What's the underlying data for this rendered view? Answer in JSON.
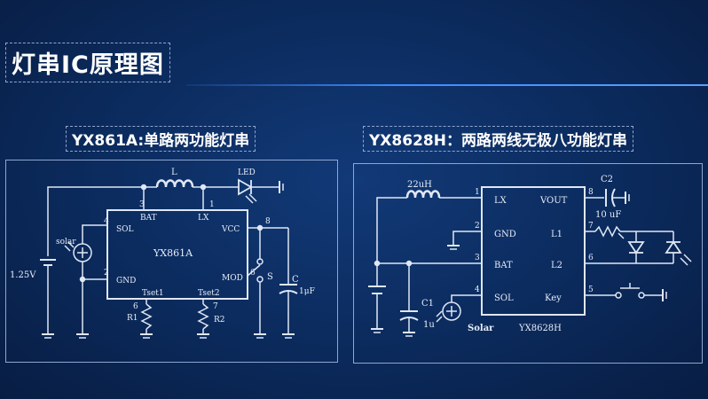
{
  "title": "灯串IC原理图",
  "left": {
    "caption": "YX861A:单路两功能灯串",
    "chip_name": "YX861A",
    "pins": {
      "bat": "BAT",
      "lx": "LX",
      "vcc": "VCC",
      "sol": "SOL",
      "gnd": "GND",
      "mod": "MOD",
      "tset1": "Tset1",
      "tset2": "Tset2"
    },
    "pin_numbers": {
      "bat": "3",
      "lx": "1",
      "vcc": "8",
      "sol": "4",
      "gnd": "2",
      "mod": "6",
      "tset1": "6",
      "tset2": "7"
    },
    "labels": {
      "inductor": "L",
      "led": "LED",
      "solar": "solar",
      "battery": "1.25V",
      "switch": "S",
      "cap": "C",
      "cap_value": "1μF",
      "r1": "R1",
      "r2": "R2"
    }
  },
  "right": {
    "caption": "YX8628H：两路两线无极八功能灯串",
    "chip_name": "YX8628H",
    "pins": {
      "lx": "LX",
      "gnd": "GND",
      "bat": "BAT",
      "sol": "SOL",
      "vout": "VOUT",
      "l1": "L1",
      "l2": "L2",
      "key": "Key"
    },
    "pin_numbers": {
      "lx": "1",
      "gnd": "2",
      "bat": "3",
      "sol": "4",
      "vout": "8",
      "l1": "7",
      "l2": "6",
      "key": "5"
    },
    "labels": {
      "inductor": "22uH",
      "c2": "C2",
      "c2_value": "10 uF",
      "c1": "C1",
      "c1_value": "1u",
      "solar": "Solar"
    }
  }
}
